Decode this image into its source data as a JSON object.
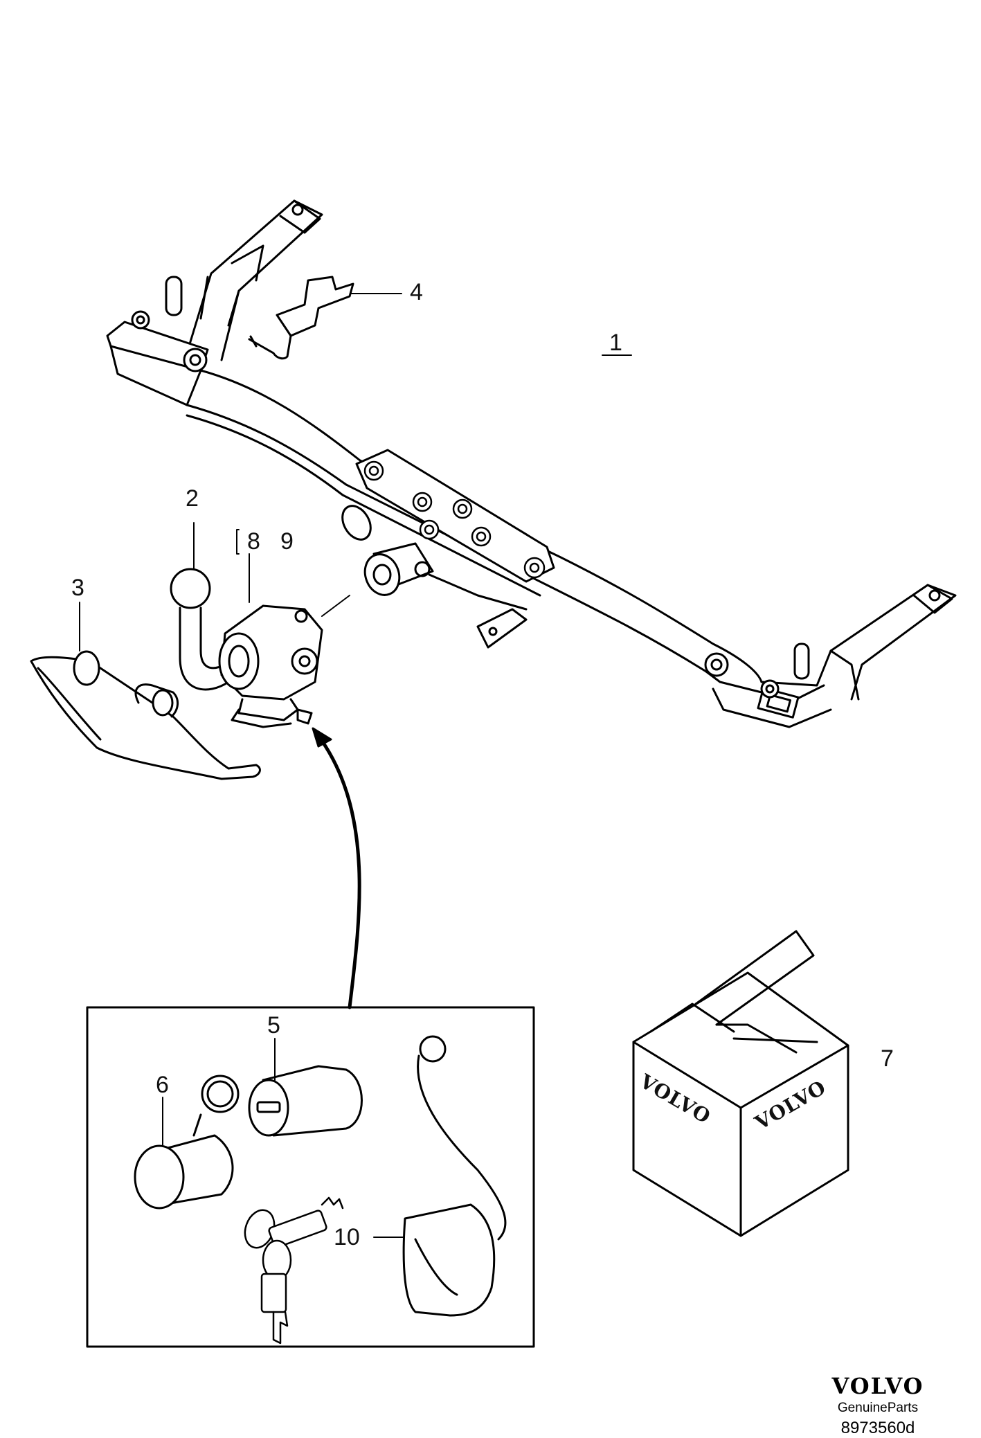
{
  "callouts": {
    "c1": "1",
    "c2": "2",
    "c3": "3",
    "c4": "4",
    "c5": "5",
    "c6": "6",
    "c7": "7",
    "c8": "8",
    "c9": "9",
    "c10": "10"
  },
  "box": {
    "label_front": "VOLVO",
    "label_side": "VOLVO"
  },
  "footer": {
    "brand": "VOLVO",
    "tagline": "GenuineParts",
    "reference": "8973560d"
  }
}
